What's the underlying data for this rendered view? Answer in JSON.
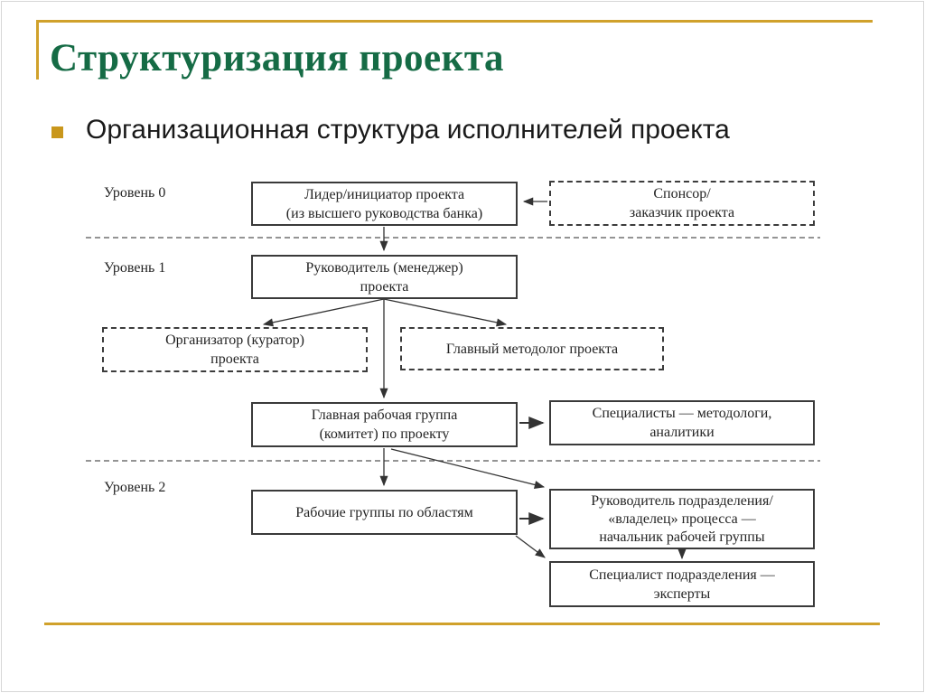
{
  "slide": {
    "title": "Структуризация проекта",
    "bullet": "Организационная структура исполнителей проекта",
    "title_color": "#156b45",
    "accent_color": "#d0a12b",
    "bullet_color": "#c9971c"
  },
  "diagram": {
    "levels": [
      {
        "label": "Уровень 0"
      },
      {
        "label": "Уровень 1"
      },
      {
        "label": "Уровень 2"
      }
    ],
    "nodes": [
      {
        "id": "leader",
        "style": "solid",
        "lines": [
          "Лидер/инициатор проекта",
          "(из высшего руководства банка)"
        ]
      },
      {
        "id": "sponsor",
        "style": "dashed",
        "lines": [
          "Спонсор/",
          "заказчик проекта"
        ]
      },
      {
        "id": "manager",
        "style": "solid",
        "lines": [
          "Руководитель  (менеджер)",
          "проекта"
        ]
      },
      {
        "id": "organizer",
        "style": "dashed",
        "lines": [
          "Организатор (куратор)",
          "проекта"
        ]
      },
      {
        "id": "methodologist",
        "style": "dashed",
        "lines": [
          "Главный методолог проекта"
        ]
      },
      {
        "id": "main-group",
        "style": "solid",
        "lines": [
          "Главная рабочая группа",
          "(комитет) по проекту"
        ]
      },
      {
        "id": "specialists",
        "style": "solid",
        "lines": [
          "Специалисты —  методологи,",
          "аналитики"
        ]
      },
      {
        "id": "work-groups",
        "style": "solid",
        "lines": [
          "Рабочие группы по областям"
        ]
      },
      {
        "id": "division-head",
        "style": "solid",
        "lines": [
          "Руководитель подразделения/",
          "«владелец» процесса —",
          "начальник рабочей группы"
        ]
      },
      {
        "id": "division-specialist",
        "style": "solid",
        "lines": [
          "Специалист подразделения —",
          "эксперты"
        ]
      }
    ]
  }
}
